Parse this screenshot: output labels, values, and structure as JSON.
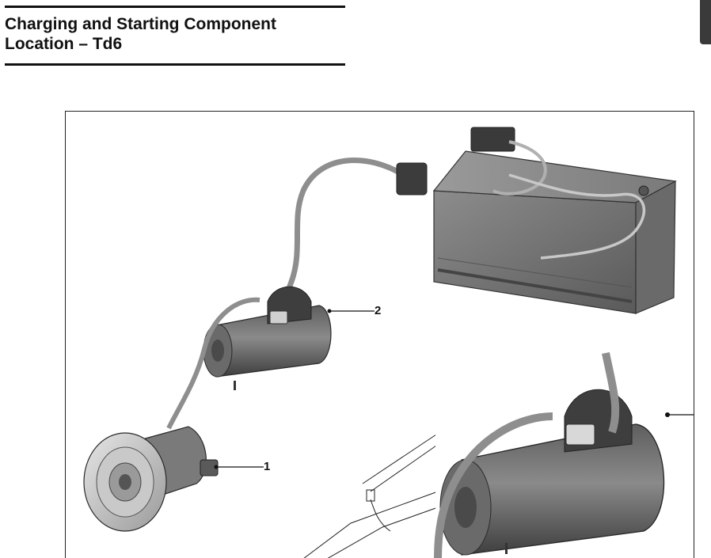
{
  "heading": {
    "line1": "Charging and Starting Component",
    "line2": "Location – Td6"
  },
  "figure": {
    "callouts": [
      {
        "id": "1",
        "label": "1",
        "component": "alternator"
      },
      {
        "id": "2",
        "label": "2",
        "component": "starter-motor"
      }
    ]
  },
  "colors": {
    "component_dark": "#4a4a4a",
    "component_mid": "#7a7a7a",
    "component_light": "#b8b8b8",
    "line": "#111111"
  }
}
